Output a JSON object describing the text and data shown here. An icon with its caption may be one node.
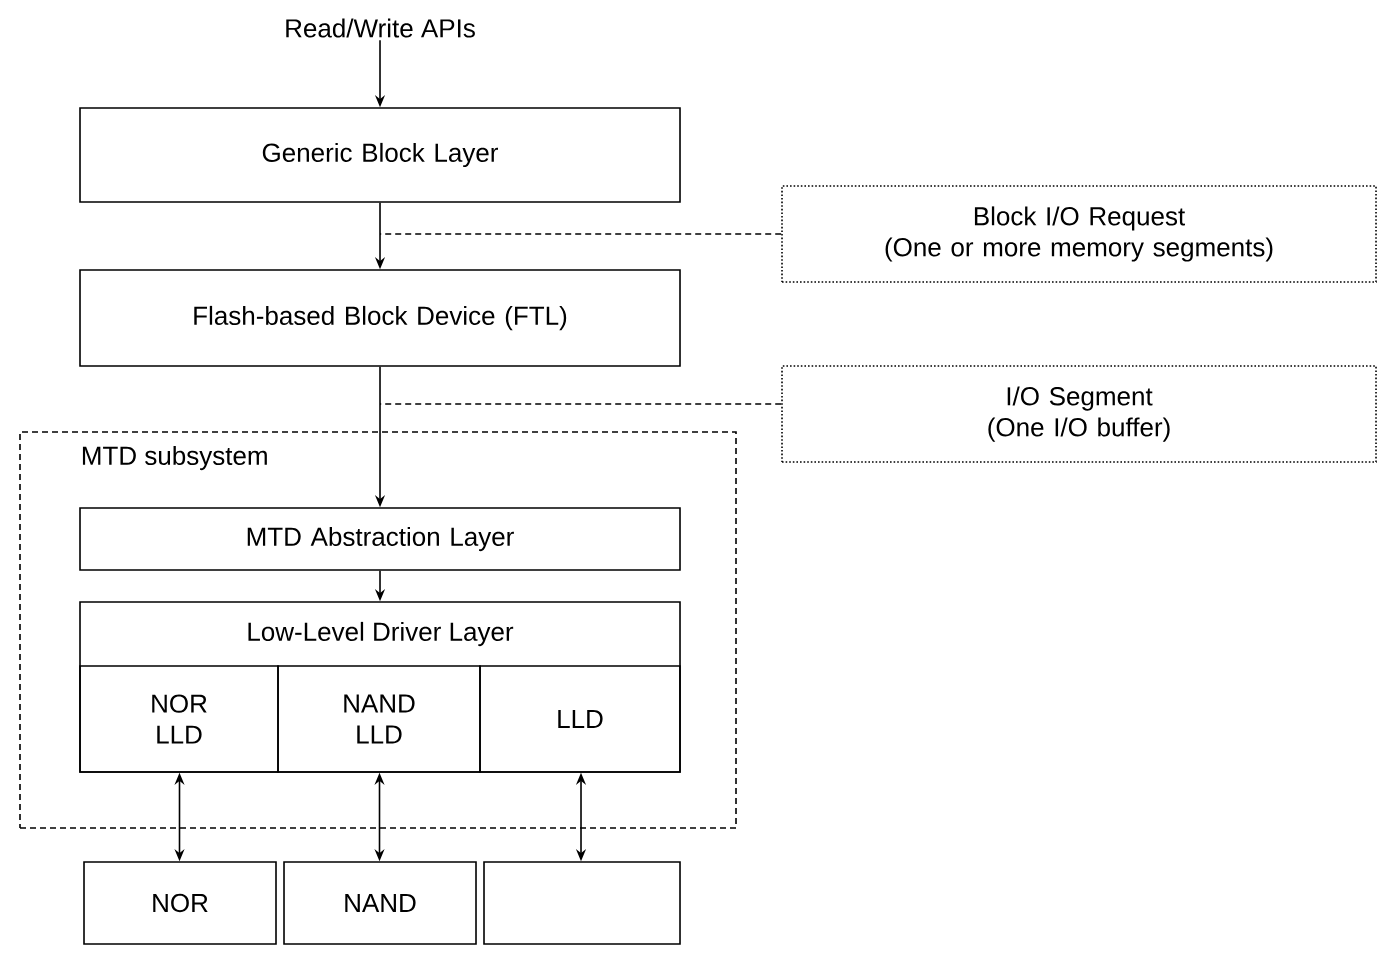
{
  "diagram": {
    "nodes": [
      {
        "text": [
          "Read/Write APIs"
        ]
      },
      {
        "text": [
          "Generic Block Layer"
        ]
      },
      {
        "text": [
          "Flash-based Block Device (FTL)"
        ]
      },
      {
        "text": [
          "Block I/O Request",
          "(One or more memory segments)"
        ]
      },
      {
        "text": [
          "I/O Segment",
          "(One I/O buffer)"
        ]
      },
      {
        "text": [
          "MTD subsystem"
        ]
      },
      {
        "text": [
          "MTD Abstraction Layer"
        ],
        "in": 5
      },
      {
        "text": [
          "Low-Level Driver Layer"
        ],
        "in": 5
      },
      {
        "text": [
          "NOR LLD"
        ],
        "in": 7
      },
      {
        "text": [
          "NAND LLD"
        ],
        "in": 7
      },
      {
        "text": [
          "LLD"
        ],
        "in": 7
      },
      {
        "text": [
          "NOR"
        ]
      },
      {
        "text": [
          "NAND"
        ]
      },
      {
        "text": [],
        "shape": "box"
      }
    ],
    "edges": [
      {
        "from": 0,
        "to": 1,
        "arrow": "to"
      },
      {
        "from": 1,
        "to": 2,
        "arrow": "to"
      },
      {
        "from": 2,
        "to": 6,
        "arrow": "to"
      },
      {
        "from": 6,
        "to": 7,
        "arrow": "to"
      },
      {
        "from": 8,
        "to": 11,
        "arrow": "both"
      },
      {
        "from": 9,
        "to": 12,
        "arrow": "both"
      },
      {
        "from": 10,
        "to": 13,
        "arrow": "both"
      },
      {
        "from": 3,
        "to": null,
        "arrow": "none",
        "style": "dashed"
      },
      {
        "from": 4,
        "to": null,
        "arrow": "none",
        "style": "dashed"
      }
    ]
  }
}
